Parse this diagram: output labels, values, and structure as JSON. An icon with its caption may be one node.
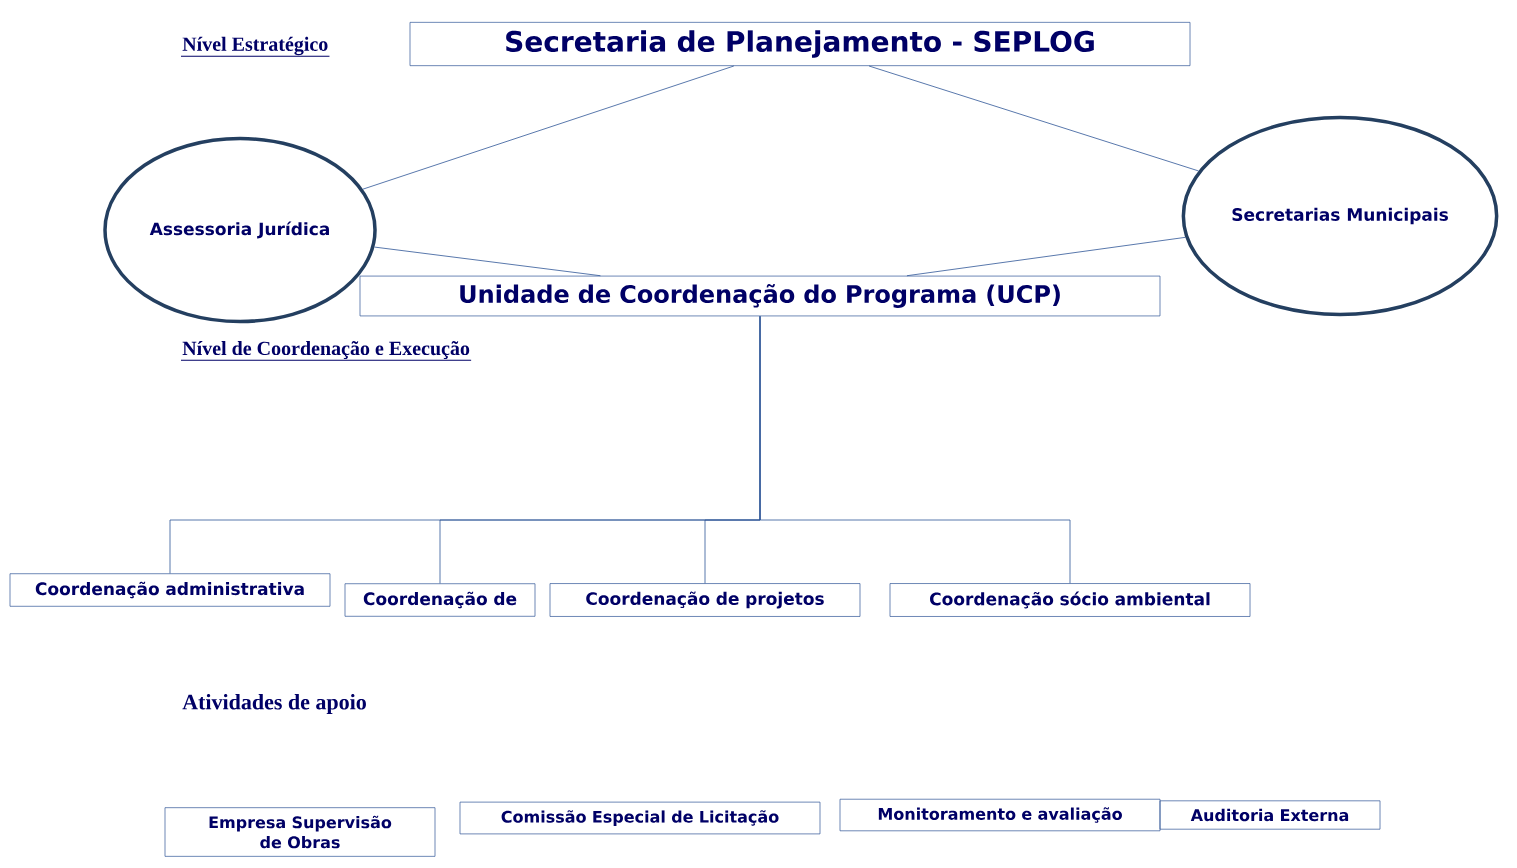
{
  "diagram": {
    "nodes": [
      {
        "text": [
          "Secretaria de Planejamento - SEPLOG"
        ]
      },
      {
        "text": [
          "Assessoria Jurídica"
        ]
      },
      {
        "text": [
          "Secretarias Municipais"
        ]
      },
      {
        "text": [
          "Unidade de Coordenação do Programa (UCP)"
        ]
      },
      {
        "text": [
          "Coordenação administrativa"
        ]
      },
      {
        "text": [
          "Coordenação de"
        ]
      },
      {
        "text": [
          "Coordenação de projetos"
        ]
      },
      {
        "text": [
          "Coordenação sócio ambiental"
        ]
      },
      {
        "text": [
          "Empresa Supervisão de Obras"
        ]
      },
      {
        "text": [
          "Comissão Especial de Licitação"
        ]
      },
      {
        "text": [
          "Monitoramento e avaliação"
        ]
      },
      {
        "text": [
          "Auditoria Externa"
        ]
      }
    ],
    "edges": [
      {
        "from": 0,
        "to": 1,
        "arrow": "none"
      },
      {
        "from": 0,
        "to": 2,
        "arrow": "none"
      },
      {
        "from": 1,
        "to": 3,
        "arrow": "none"
      },
      {
        "from": 2,
        "to": 3,
        "arrow": "none"
      },
      {
        "from": 3,
        "to": 4,
        "arrow": "none"
      },
      {
        "from": 3,
        "to": 5,
        "arrow": "none"
      },
      {
        "from": 3,
        "to": 6,
        "arrow": "none"
      },
      {
        "from": 3,
        "to": 7,
        "arrow": "none"
      }
    ],
    "labels": [
      "Nível Estratégico",
      "Nível de Coordenação e Execução",
      "Atividades de apoio"
    ]
  }
}
